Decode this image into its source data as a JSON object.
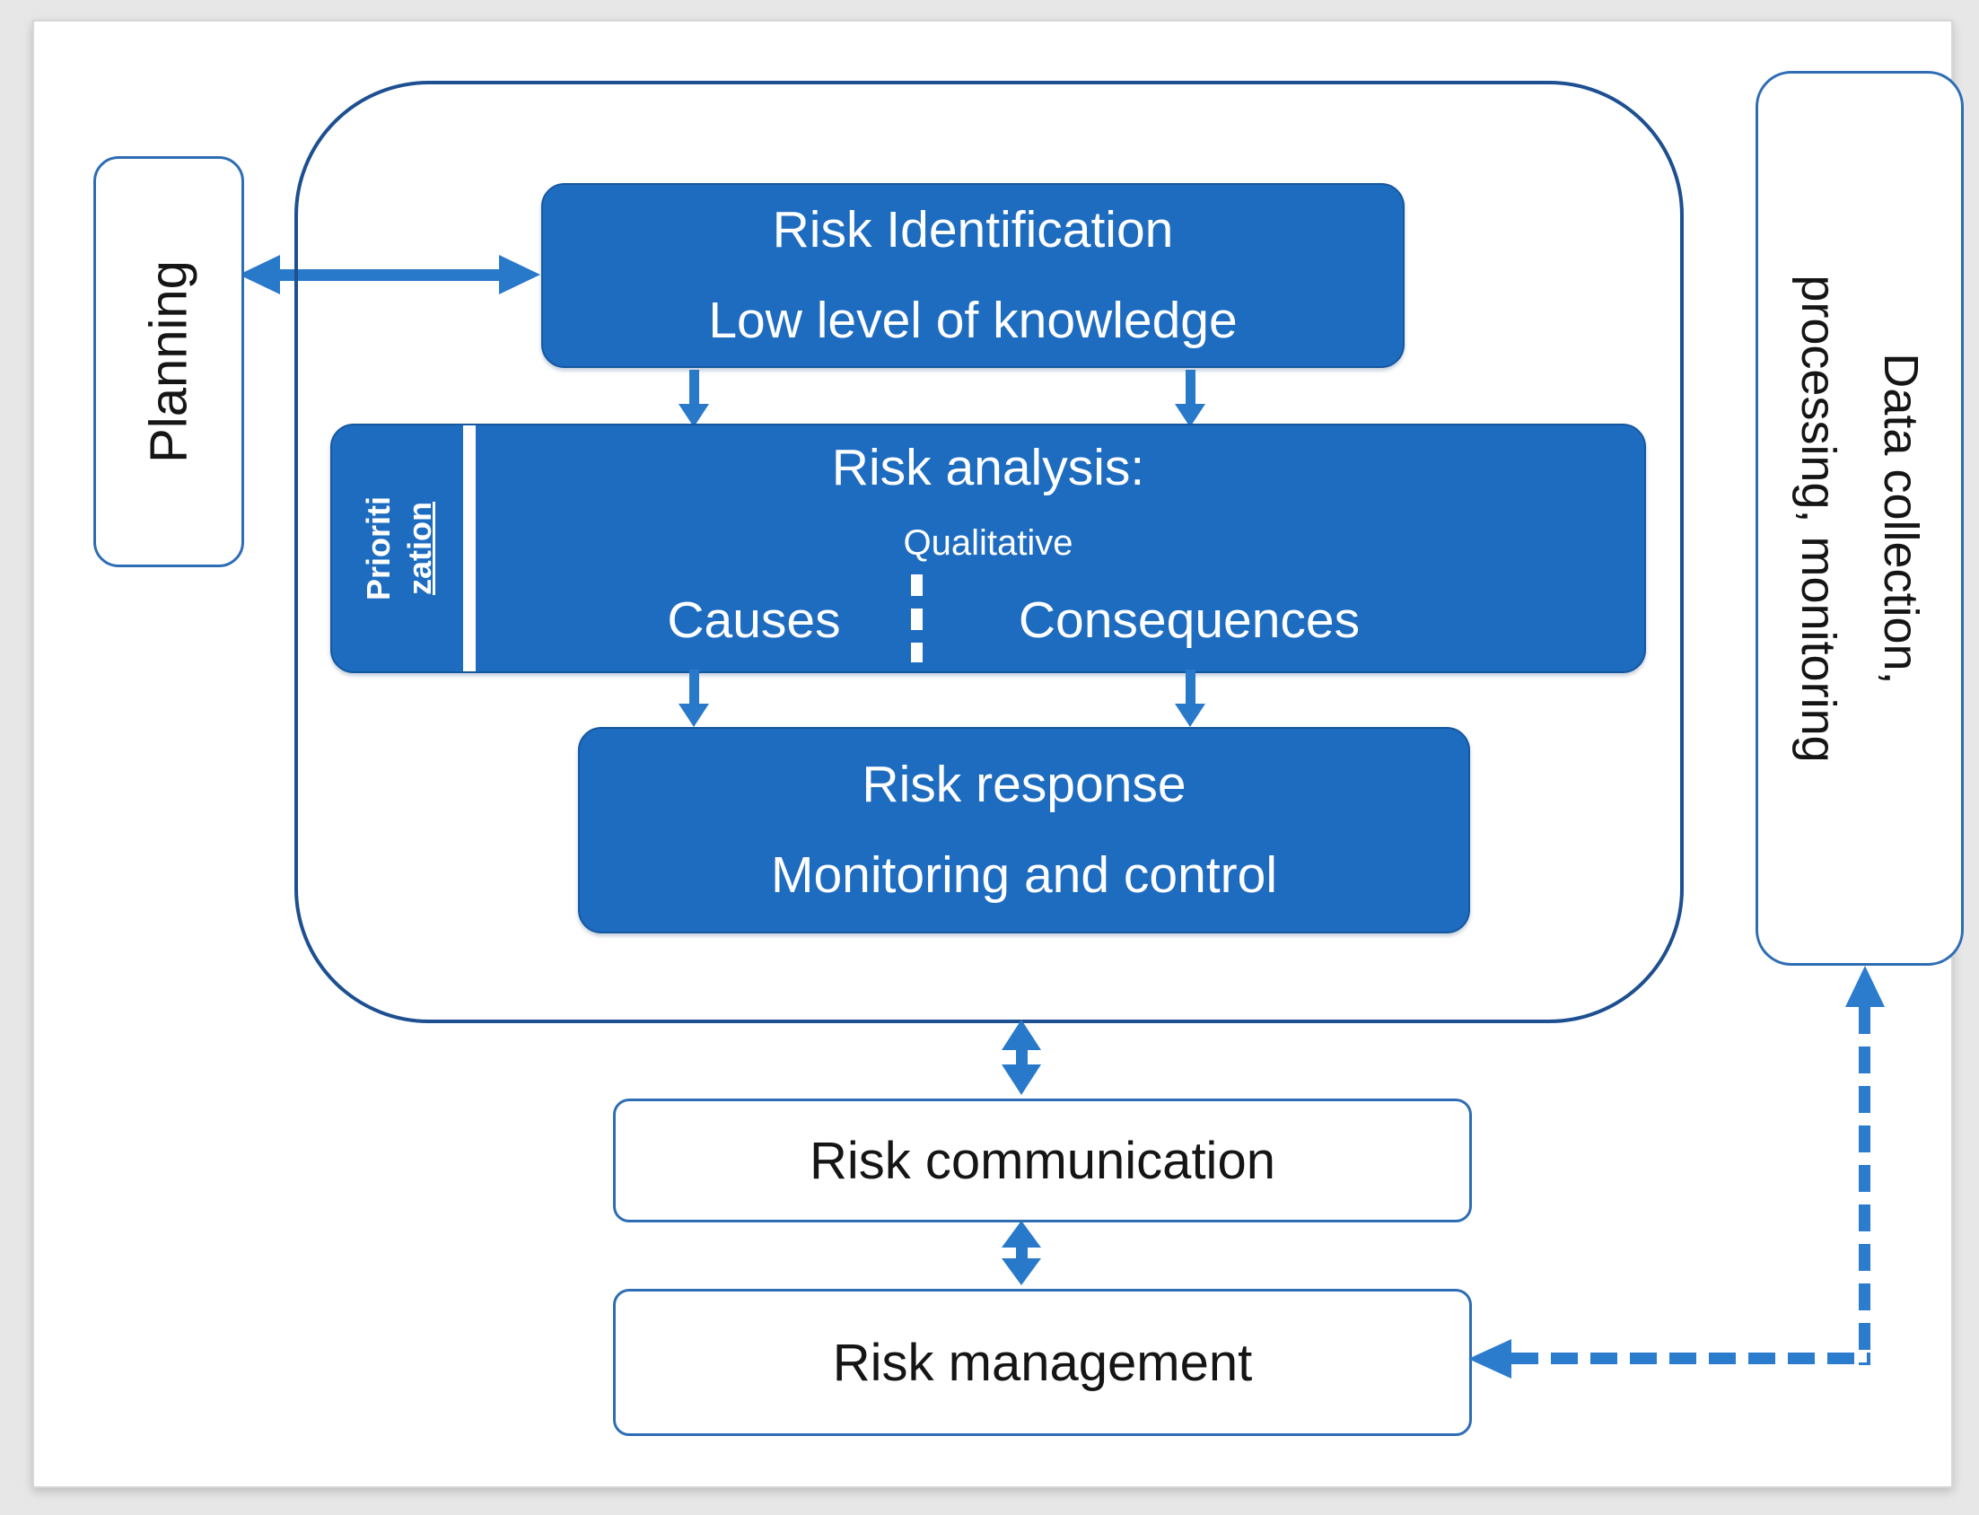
{
  "diagram": {
    "planning": {
      "label": "Planning"
    },
    "risk_identification": {
      "line1": "Risk Identification",
      "line2": "Low level of knowledge"
    },
    "risk_analysis": {
      "side_label_line1": "Prioriti",
      "side_label_line2": "zation",
      "title": "Risk analysis:",
      "subtitle": "Qualitative",
      "left_item": "Causes",
      "right_item": "Consequences"
    },
    "risk_response": {
      "line1": "Risk response",
      "line2": "Monitoring and control"
    },
    "risk_communication": {
      "label": "Risk communication"
    },
    "risk_management": {
      "label": "Risk management"
    },
    "data_collection": {
      "line1": "Data collection,",
      "line2": "processing, monitoring"
    }
  },
  "colors": {
    "blue_box_fill": "#1e6cc0",
    "container_border": "#1d4f91",
    "white_box_border": "#2e6db4",
    "arrow_blue": "#2979cb",
    "dashed_arrow_blue": "#2b7ccd",
    "text_on_blue": "#ffffff",
    "text_dark": "#151515",
    "page_background": "#ffffff",
    "outer_background": "#e7e7e7"
  }
}
